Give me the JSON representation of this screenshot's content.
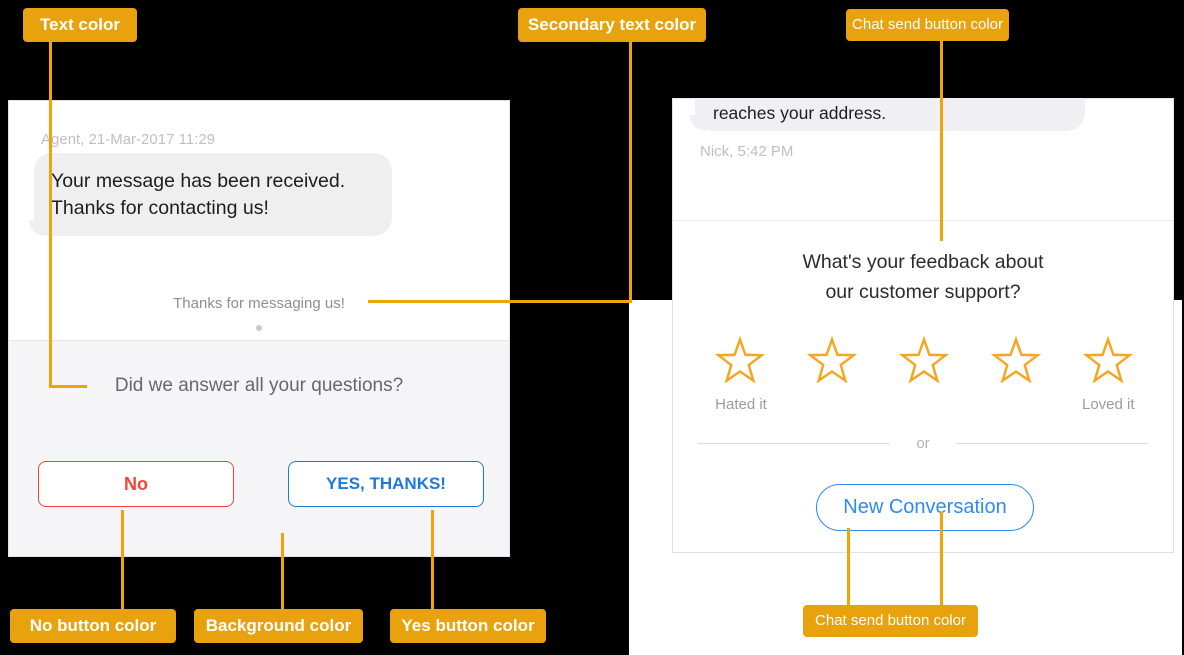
{
  "colors": {
    "annotation_badge": "#E8A20D",
    "connector": "#F0A408",
    "text": "#686868",
    "secondary_text": "#8E8E8E",
    "background": "#F5F5F7",
    "no_button": "#F44336",
    "yes_button": "#1C78DB",
    "send_button": "#2F8AF2",
    "star": "#F5A623"
  },
  "annotations": {
    "text_color": "Text color",
    "secondary_text_color": "Secondary text color",
    "chat_send_top": "Chat send button color",
    "no_button": "No button color",
    "background": "Background color",
    "yes_button": "Yes button color",
    "chat_send_bottom": "Chat send button color"
  },
  "left_chat": {
    "timestamp": "Agent, 21-Mar-2017 11:29",
    "message": "Your message has been received. Thanks for contacting us!",
    "secondary_text": "Thanks for messaging us!",
    "question": "Did we answer all your questions?",
    "no_label": "No",
    "yes_label": "YES, THANKS!"
  },
  "right_chat": {
    "message": "reaches your address.",
    "timestamp": "Nick, 5:42 PM",
    "question_line1": "What's your feedback about",
    "question_line2": "our customer support?",
    "star_count": 5,
    "low_label": "Hated it",
    "high_label": "Loved it",
    "divider_text": "or",
    "new_conversation_label": "New Conversation"
  }
}
